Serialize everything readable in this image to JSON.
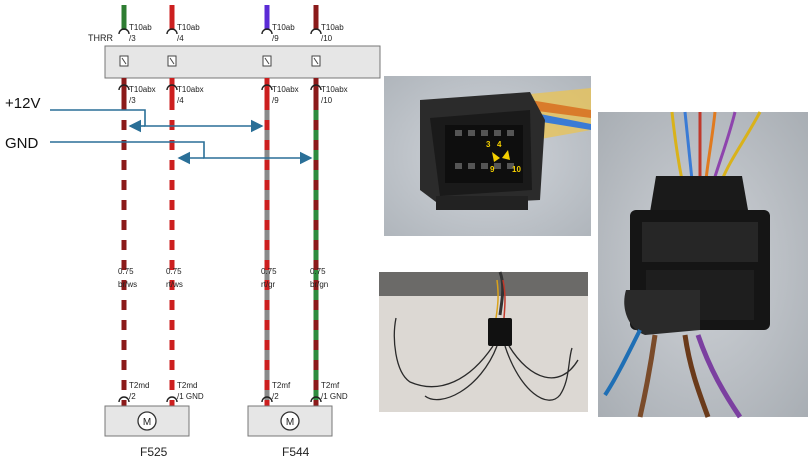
{
  "diagram": {
    "connector_top": "THRR",
    "supply_label": "+12V",
    "ground_label": "GND",
    "wires": [
      {
        "color": "#8b1a1a",
        "stripe": "#ffffff",
        "top_stub": "#2e7d32",
        "pin_top_name": "T10ab",
        "pin_top_num": "/3",
        "pin_mid_name": "T10abx",
        "pin_mid_num": "/3",
        "gauge": "0.75",
        "wire_code": "br/ws",
        "pin_bot_name": "T2md",
        "pin_bot_num": "/2"
      },
      {
        "color": "#cc1f1f",
        "stripe": "#ffffff",
        "top_stub": "#cc1f1f",
        "pin_top_name": "T10ab",
        "pin_top_num": "/4",
        "pin_mid_name": "T10abx",
        "pin_mid_num": "/4",
        "gauge": "0.75",
        "wire_code": "rt/ws",
        "pin_bot_name": "T2md",
        "pin_bot_num": "/1 GND"
      },
      {
        "color": "#cc1f1f",
        "stripe": "#8a8a8a",
        "top_stub": "#5b2bd6",
        "pin_top_name": "T10ab",
        "pin_top_num": "/9",
        "pin_mid_name": "T10abx",
        "pin_mid_num": "/9",
        "gauge": "0.75",
        "wire_code": "rt/gr",
        "pin_bot_name": "T2mf",
        "pin_bot_num": "/2"
      },
      {
        "color": "#8b1a1a",
        "stripe": "#2e8b3e",
        "top_stub": "#8b1a1a",
        "pin_top_name": "T10ab",
        "pin_top_num": "/10",
        "pin_mid_name": "T10abx",
        "pin_mid_num": "/10",
        "gauge": "0.75",
        "wire_code": "br/gn",
        "pin_bot_name": "T2mf",
        "pin_bot_num": "/1 GND"
      }
    ],
    "motors": [
      {
        "symbol": "M",
        "label": "F525"
      },
      {
        "symbol": "M",
        "label": "F544"
      }
    ],
    "arrow_color": "#2a6f97"
  },
  "photos": [
    {
      "subject": "connector-face-closeup",
      "pin_labels": [
        "3",
        "4",
        "9",
        "10"
      ],
      "highlight_color": "#f5d000"
    },
    {
      "subject": "loose-harness-with-connector"
    },
    {
      "subject": "connector-side-with-wires"
    }
  ]
}
